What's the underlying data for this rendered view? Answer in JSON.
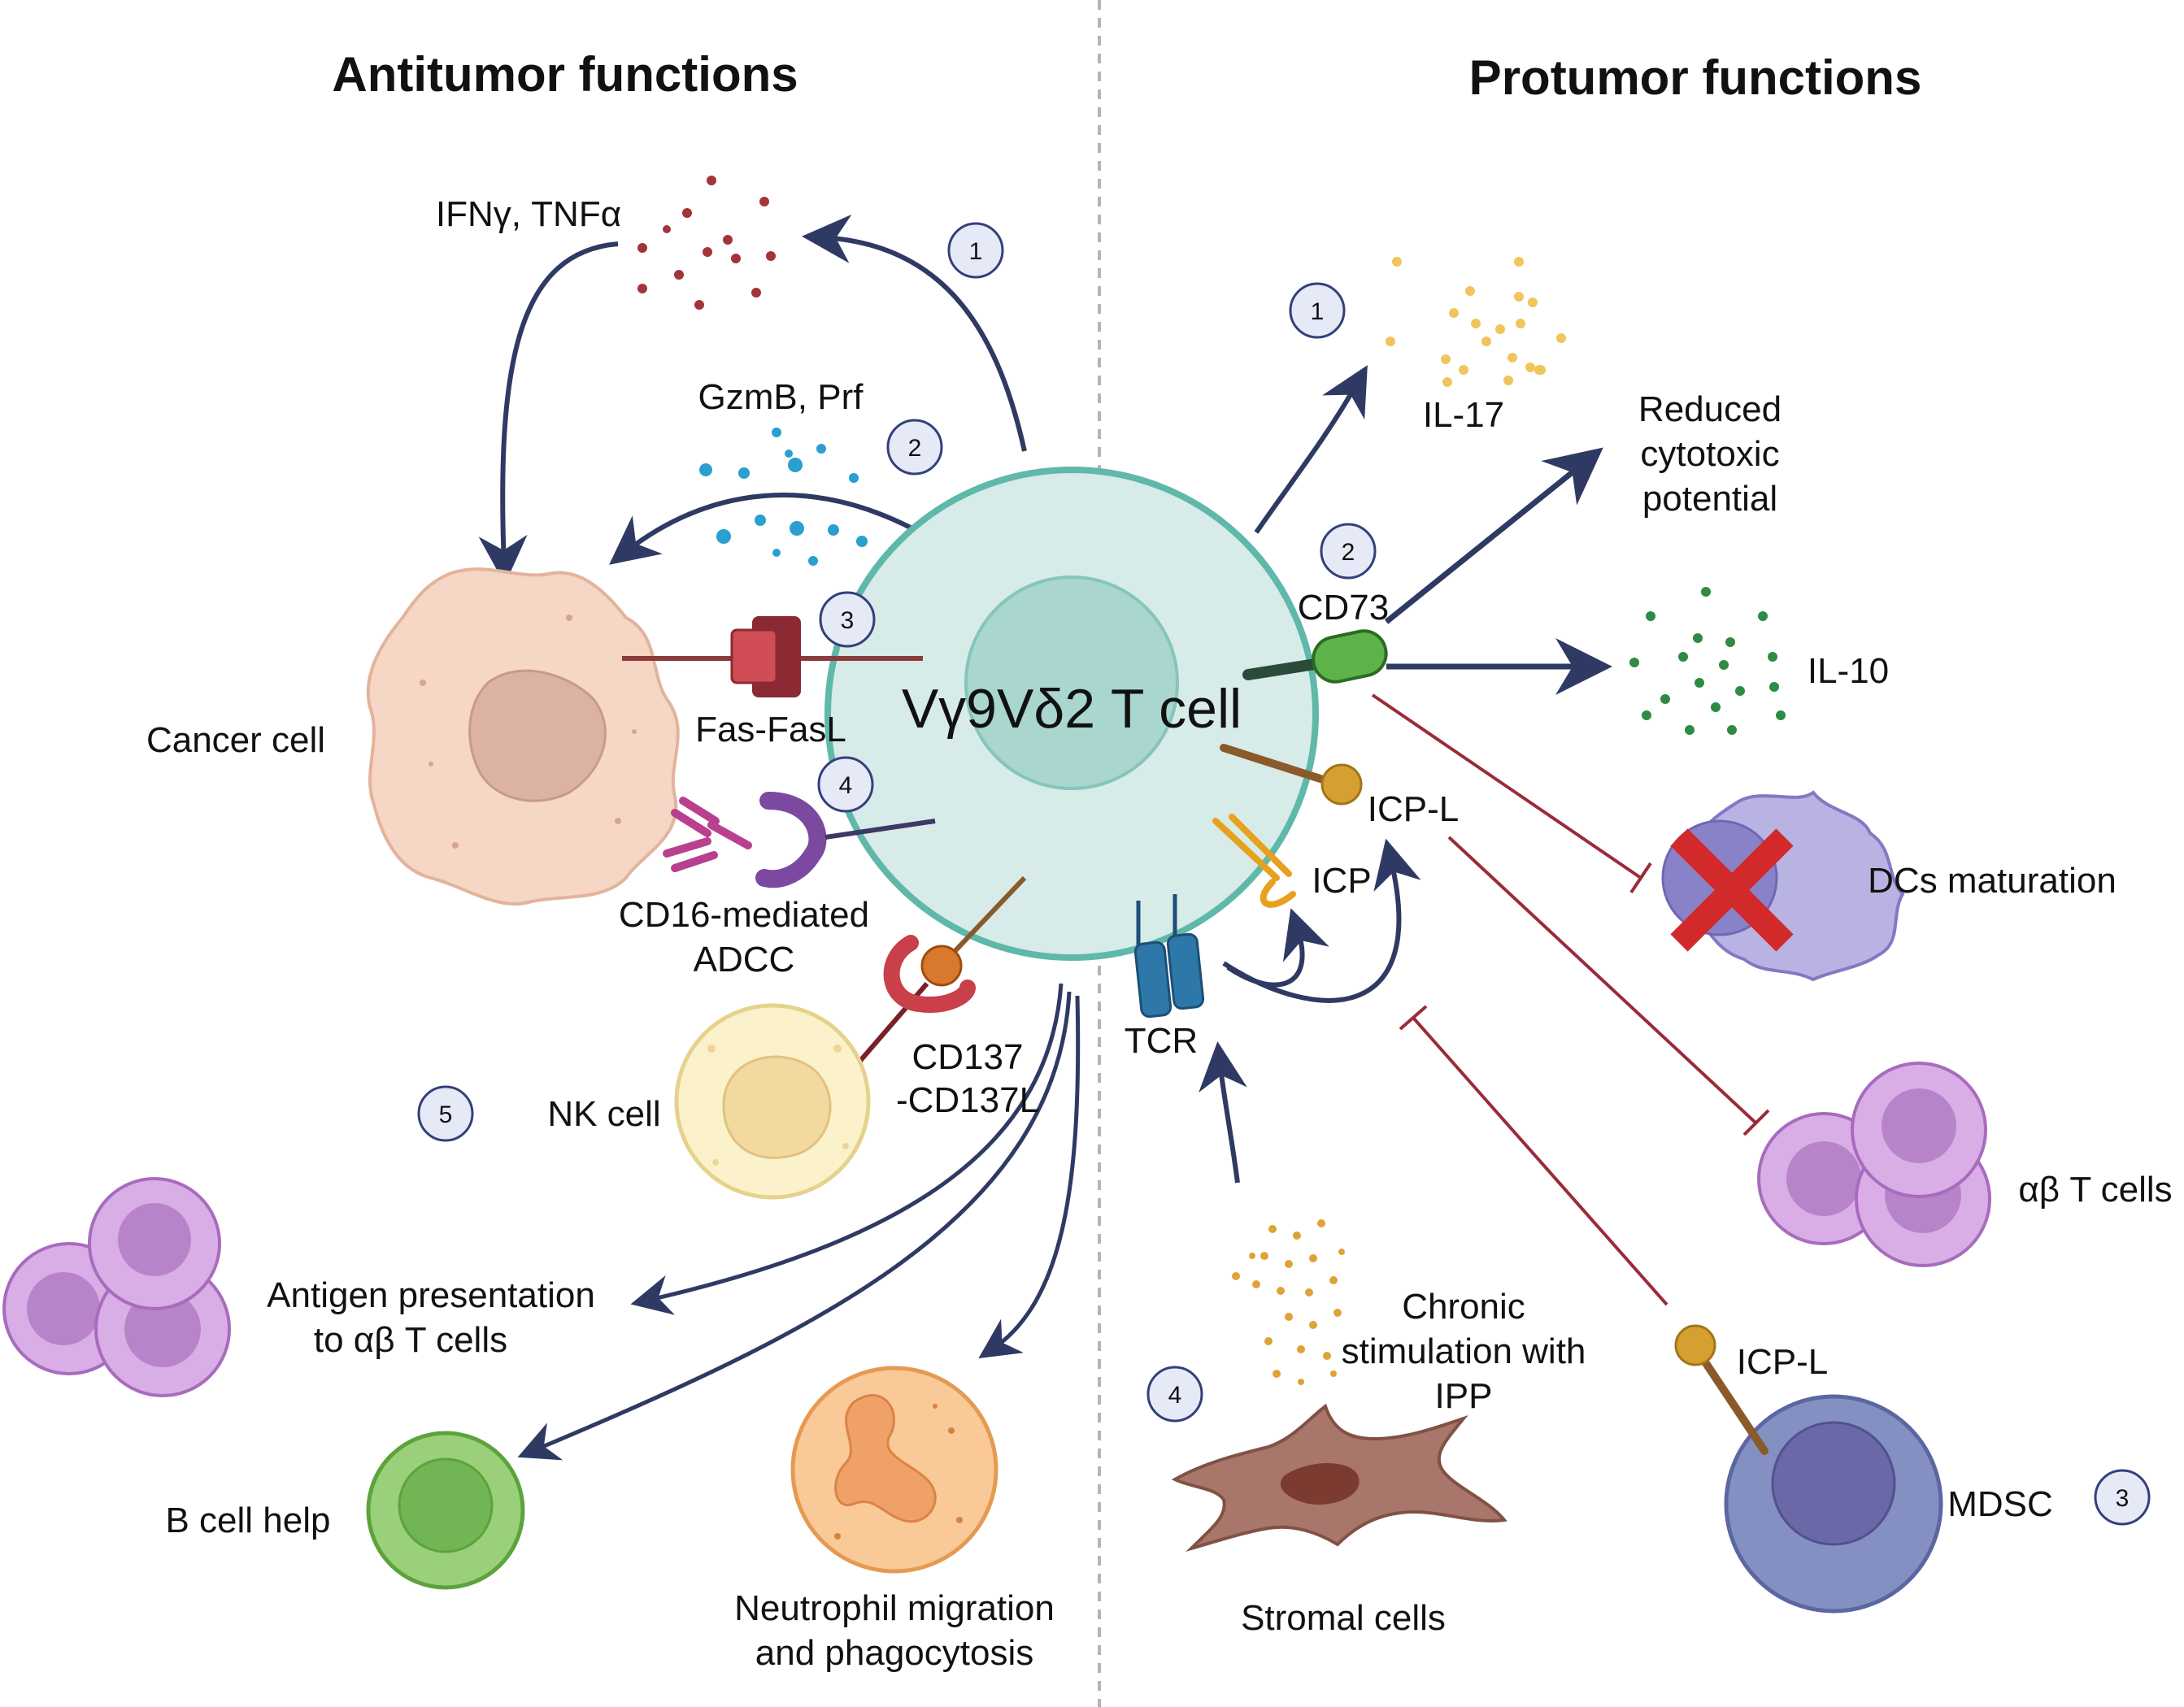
{
  "titles": {
    "antitumor": "Antitumor functions",
    "protumor": "Protumor functions"
  },
  "center_cell": "Vγ9Vδ2 T cell",
  "antitumor": {
    "cytokines": "IFNγ, TNFα",
    "granzymes": "GzmB, Prf",
    "fas": "Fas-FasL",
    "cancer_cell": "Cancer cell",
    "adcc_line1": "CD16-mediated",
    "adcc_line2": "ADCC",
    "cd137_line1": "CD137",
    "cd137_line2": "-CD137L",
    "nk_cell": "NK cell",
    "antigen_line1": "Antigen presentation",
    "antigen_line2": "to αβ T cells",
    "b_cell": "B cell help",
    "neutrophil_line1": "Neutrophil migration",
    "neutrophil_line2": "and phagocytosis",
    "badges": [
      "1",
      "2",
      "3",
      "4",
      "5"
    ]
  },
  "protumor": {
    "il17": "IL-17",
    "reduced_line1": "Reduced",
    "reduced_line2": "cytotoxic",
    "reduced_line3": "potential",
    "cd73": "CD73",
    "il10": "IL-10",
    "icp_l_top": "ICP-L",
    "icp": "ICP",
    "dcs": "DCs maturation",
    "tcr": "TCR",
    "ab_t_cells": "αβ T cells",
    "chronic_line1": "Chronic",
    "chronic_line2": "stimulation with",
    "chronic_line3": "IPP",
    "icp_l_bottom": "ICP-L",
    "stromal": "Stromal cells",
    "mdsc": "MDSC",
    "badges": [
      "1",
      "2",
      "4",
      "3"
    ]
  },
  "colors": {
    "arrow": "#2f3a64",
    "inhibit": "#9b2b3a",
    "t_cell_fill": "#d7ebe8",
    "t_cell_stroke": "#5fb8aa",
    "cytokine_red": "#a3343a",
    "granzyme_blue": "#2a9fd0",
    "il17_yellow": "#f2c45c",
    "il10_green": "#2e8b43"
  }
}
